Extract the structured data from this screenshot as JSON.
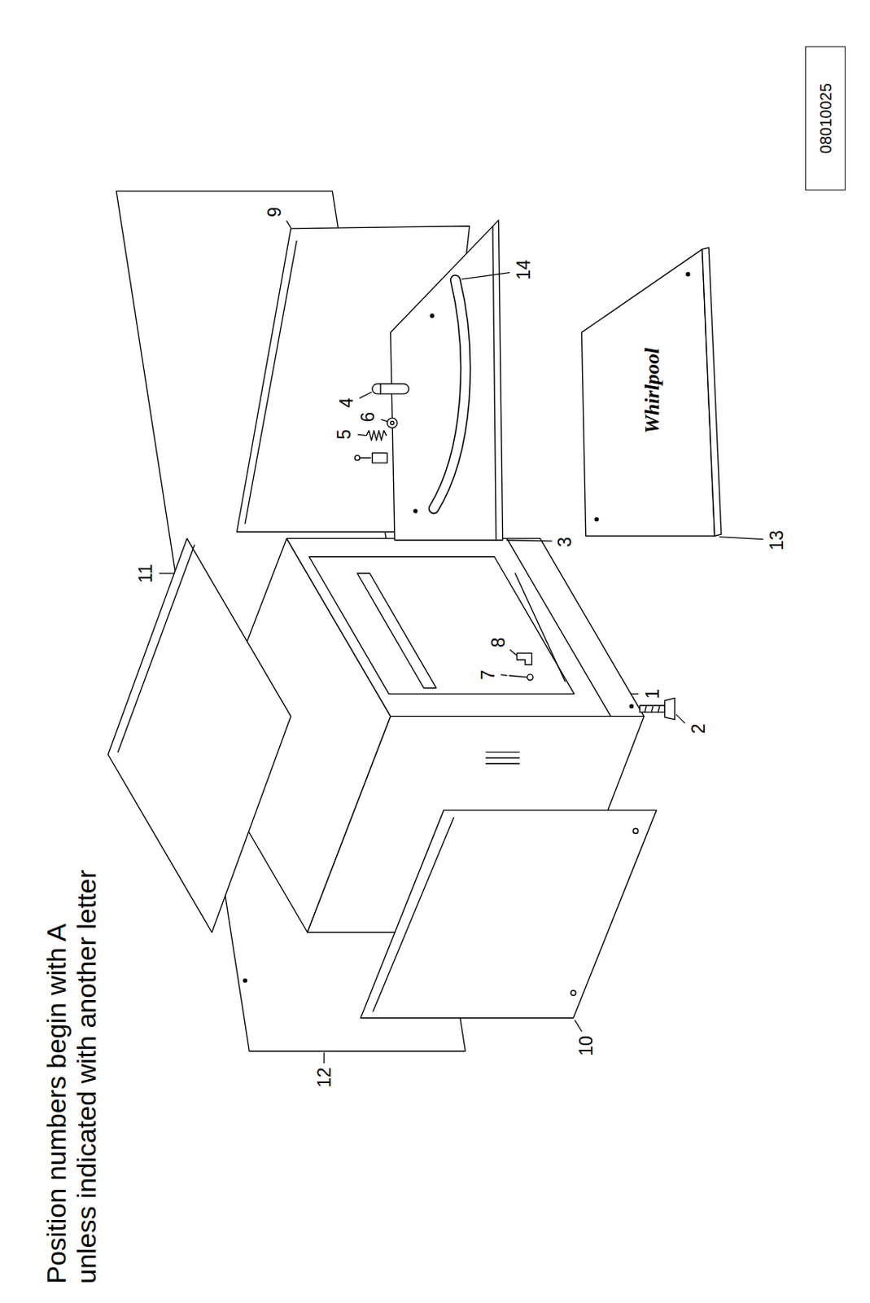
{
  "diagram": {
    "nodes": [
      {
        "text": [
          "08010025"
        ]
      }
    ],
    "labels": [
      "Position numbers begin with A unless indicated with another letter",
      "12",
      "10",
      "11",
      "9",
      "1",
      "2",
      "7",
      "8",
      "3",
      "5",
      "6",
      "4",
      "14",
      "13",
      "Whirlpool"
    ]
  }
}
